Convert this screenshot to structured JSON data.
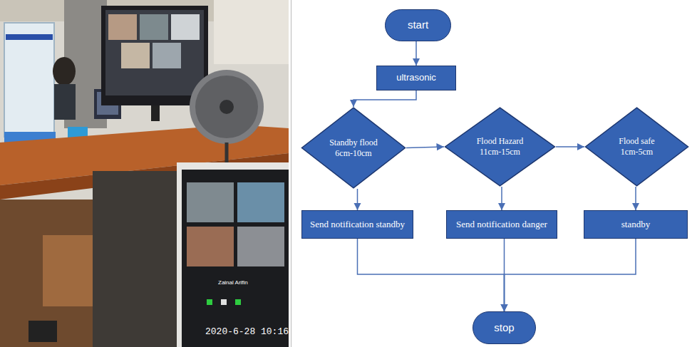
{
  "diagram": {
    "nodes": [
      {
        "text": [
          "start"
        ]
      },
      {
        "text": [
          "ultrasonic"
        ]
      },
      {
        "text": [
          "Standby flood 6cm-10cm"
        ]
      },
      {
        "text": [
          "Flood Hazard 11cm-15cm"
        ]
      },
      {
        "text": [
          "Flood safe 1cm-5cm"
        ]
      },
      {
        "text": [
          "Send notification standby"
        ]
      },
      {
        "text": [
          "Send notification danger"
        ]
      },
      {
        "text": [
          "standby"
        ]
      },
      {
        "text": [
          "stop"
        ]
      }
    ],
    "edges": [
      {
        "from": 0,
        "to": 1,
        "arrow": "to"
      },
      {
        "from": 1,
        "to": 2,
        "arrow": "to"
      },
      {
        "from": 2,
        "to": 3,
        "arrow": "to"
      },
      {
        "from": 3,
        "to": 4,
        "arrow": "to"
      },
      {
        "from": 2,
        "to": 5,
        "arrow": "to"
      },
      {
        "from": 3,
        "to": 6,
        "arrow": "to"
      },
      {
        "from": 4,
        "to": 7,
        "arrow": "to"
      },
      {
        "from": 5,
        "to": 8,
        "arrow": "to"
      },
      {
        "from": 6,
        "to": 8,
        "arrow": "to"
      },
      {
        "from": 7,
        "to": 8,
        "arrow": "to"
      }
    ],
    "labels": [
      "Zainal Arifin",
      "2020-6-28 10:16"
    ]
  }
}
